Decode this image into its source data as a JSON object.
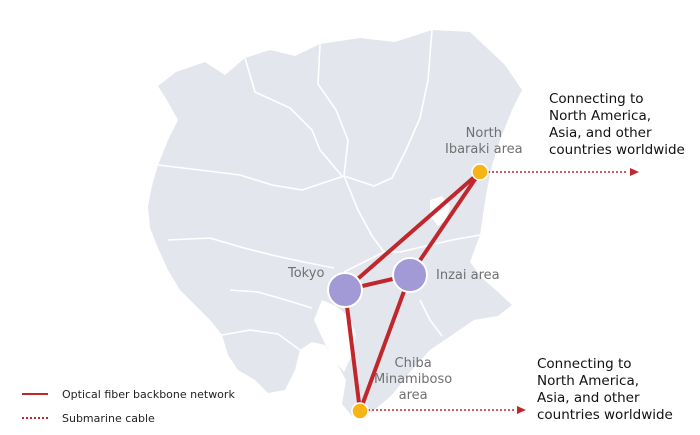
{
  "map": {
    "land_color": "#e4e6ee",
    "border_color": "#ffffff",
    "network_color": "#c0272d",
    "hub_color": "#a29ad6",
    "landing_color": "#f7b417"
  },
  "locations": {
    "tokyo": "Tokyo",
    "inzai": "Inzai area",
    "north_ibaraki": "North\nIbaraki area",
    "chiba_minamiboso": "Chiba\nMinamiboso\narea"
  },
  "notes": {
    "north": "Connecting to\nNorth America,\nAsia, and other\ncountries worldwide",
    "south": "Connecting to\nNorth America,\nAsia, and other\ncountries worldwide"
  },
  "legend": {
    "backbone": "Optical fiber backbone network",
    "submarine": "Submarine cable"
  }
}
